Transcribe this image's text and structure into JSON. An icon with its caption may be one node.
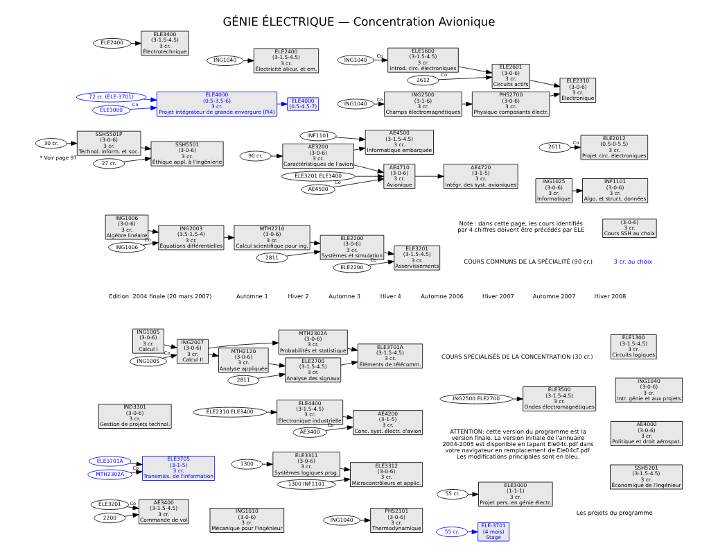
{
  "diagram": {
    "title": "GÉNIE ÉLECTRIQUE — Concentration Avionique",
    "nodes": [
      {
        "text": [
          "ING1005",
          "(3-0-6)",
          "3 cr.",
          "Calcul I"
        ]
      },
      {
        "text": [
          "ING2007",
          "(3-0-6)",
          "3 cr.",
          "Calcul II"
        ]
      },
      {
        "text": [
          "ING1005"
        ]
      },
      {
        "text": [
          "MTH2302A",
          "(3-0-6)",
          "3 cr.",
          "Probabilités et statistique"
        ]
      },
      {
        "text": [
          "ELE3701A",
          "(3-1.5-4.5)",
          "3 cr.",
          "Éléments de télécomm."
        ]
      },
      {
        "text": [
          "MTH2120",
          "(3-0-6)",
          "3 cr.",
          "Analyse appliquée"
        ]
      },
      {
        "text": [
          "2811"
        ]
      },
      {
        "text": [
          "ELE2700",
          "(3-1.5-4.5)",
          "3 cr.",
          "Analyse des signaux"
        ]
      },
      {
        "text": [
          "ELE3701A"
        ]
      },
      {
        "text": [
          "MTH2302A"
        ]
      },
      {
        "text": [
          "ELE3705",
          "(3-1-5)",
          "3 cr.",
          "Transmiss. de l'information"
        ]
      },
      {
        "text": [
          "ELE2400"
        ]
      },
      {
        "text": [
          "ELE3400",
          "(3-1.5-4.5)",
          "3 cr.",
          "Électrotechnique"
        ]
      },
      {
        "text": [
          "ING1006",
          "(3-0-6)",
          "3 cr.",
          "Algèbre linéaire"
        ]
      },
      {
        "text": [
          "ING1006"
        ]
      },
      {
        "text": [
          "ING2003",
          "(3.5-1.5-4)",
          "3 cr.",
          "Équations différentielles"
        ]
      },
      {
        "text": [
          "MTH2210",
          "(3-0-6)",
          "3 cr.",
          "Calcul scientifique pour ing."
        ]
      },
      {
        "text": [
          "2811"
        ]
      },
      {
        "text": [
          "ELE2200",
          "(3-0-6)",
          "3 cr.",
          "Systèmes et simulation"
        ]
      },
      {
        "text": [
          "ING1010",
          "(3-0-6)",
          "3 cr.",
          "Mécanique pour l'ingénieur"
        ]
      },
      {
        "text": [
          "ELE2200"
        ]
      },
      {
        "text": [
          "ELE3201",
          "(3-1.5-4.5)",
          "3 cr.",
          "Asservissements"
        ]
      },
      {
        "text": [
          "ELE3201"
        ]
      },
      {
        "text": [
          "2200"
        ]
      },
      {
        "text": [
          "AE3400",
          "(3-1.5-4.5)",
          "3 cr.",
          "Commande de vol"
        ]
      },
      {
        "text": [
          "1300"
        ]
      },
      {
        "text": [
          "ELE3311",
          "(3-0-6)",
          "3 cr.",
          "Systèmes logiques prog."
        ]
      },
      {
        "text": [
          "1300 INF1101"
        ]
      },
      {
        "text": [
          "ELE3312",
          "(3-0-6)",
          "3 cr.",
          "Microcontrôleurs et applic."
        ]
      },
      {
        "text": [
          "ELE1300",
          "(3-1.5-4.5)",
          "3 cr.",
          "Circuits logiques"
        ]
      },
      {
        "text": [
          "ING1040"
        ]
      },
      {
        "text": [
          "ELE2400",
          "(3-1.5-4.5)",
          "3 cr.",
          "Électricité alicur. et em."
        ]
      },
      {
        "text": [
          "ING1040"
        ]
      },
      {
        "text": [
          "ELE1600",
          "(3-1.5-4.5)",
          "3 cr.",
          "Introd. circ. électroniques"
        ]
      },
      {
        "text": [
          "2612"
        ]
      },
      {
        "text": [
          "ELE2601",
          "(3-0-6)",
          "3 cr.",
          "Circuits actifs"
        ]
      },
      {
        "text": [
          "ELE2310",
          "(3-0-6)",
          "3 cr.",
          "Électronique"
        ]
      },
      {
        "text": [
          "ING1040"
        ]
      },
      {
        "text": [
          "ING2500",
          "(3-1-6)",
          "3 cr.",
          "Champs électromagnétiques"
        ]
      },
      {
        "text": [
          "PHS2700",
          "(3-0-6)",
          "3 cr.",
          "Physique composants électr."
        ]
      },
      {
        "text": [
          "55 cr."
        ]
      },
      {
        "text": [
          "ELE-3701",
          "(4 mois)",
          "Stage"
        ]
      },
      {
        "text": [
          "ING2500 ELE2700"
        ]
      },
      {
        "text": [
          "ELE3500",
          "(3-1.5-4.5)",
          "3 cr.",
          "Ondes électromagnétiques"
        ]
      },
      {
        "text": [
          "ELE2310 ELE3400"
        ]
      },
      {
        "text": [
          "ELE4400",
          "(3-1.5-4.5)",
          "3 cr.",
          "Électronique industrielle"
        ]
      },
      {
        "text": [
          "AE3400"
        ]
      },
      {
        "text": [
          "AE4200",
          "(3-1-5)",
          "3 cr.",
          "Conc. syst. électr. d'avion"
        ]
      },
      {
        "text": [
          "90 cr."
        ]
      },
      {
        "text": [
          "AE3200",
          "(3-0-6)",
          "3 cr.",
          "Caractéristiques de l'avion"
        ]
      },
      {
        "text": [
          "INF1101"
        ]
      },
      {
        "text": [
          "AE4500",
          "(3-1.5-4.5)",
          "3 cr.",
          "Informatique embarquée"
        ]
      },
      {
        "text": [
          "ELE3201 ELE3400"
        ]
      },
      {
        "text": [
          "AE4500"
        ]
      },
      {
        "text": [
          "AE4710",
          "(3-0-6)",
          "3 cr.",
          "Avionique"
        ]
      },
      {
        "text": [
          "AE4720",
          "(3-1-5)",
          "3 cr.",
          "Intégr. des syst. avioniques"
        ]
      },
      {
        "text": [
          "ING1025",
          "(3-0-6)",
          "3 cr.",
          "Informatique"
        ]
      },
      {
        "text": [
          "INF1101",
          "(3-0-6)",
          "3 cr.",
          "Algo. et struct. données"
        ]
      },
      {
        "text": [
          "ING1040"
        ]
      },
      {
        "text": [
          "PHS2101",
          "(3-0-6)",
          "3 cr.",
          "Thermodynamique"
        ]
      },
      {
        "text": [
          "IND3301",
          "(3-0-6)",
          "3 cr.",
          "Gestion de projets technol."
        ]
      },
      {
        "text": [
          "ING1040",
          "(3-0-6)",
          "3 cr.",
          "Intr. génie et aux projets"
        ]
      },
      {
        "text": [
          "2611"
        ]
      },
      {
        "text": [
          "ELE2012",
          "(0.5-0-5.5)",
          "3 cr.",
          "Projet circ. électroniques"
        ]
      },
      {
        "text": [
          "55 cr."
        ]
      },
      {
        "text": [
          "ELE3000",
          "(1-1-1)",
          "3 cr.",
          "Projet pers. en génie électr."
        ]
      },
      {
        "text": [
          "72 cr. (ELE-3701)"
        ]
      },
      {
        "text": [
          "ELE3000"
        ]
      },
      {
        "text": [
          "ELE4000",
          "(0.5-3.5-6)",
          "3 cr.",
          "Projet intégrateur de grande envergure (PI4)"
        ]
      },
      {
        "text": [
          "ELE4000",
          "(0.5-4.5-7)"
        ]
      },
      {
        "text": [
          "30 cr."
        ]
      },
      {
        "text": [
          "SSH5501P",
          "(3-0-6)",
          "3 cr.",
          "Technol. inform. et soc."
        ],
        "beside": [
          "* Voir page 97"
        ]
      },
      {
        "text": [
          "27 cr."
        ]
      },
      {
        "text": [
          "SSH5501",
          "(3-0-6)",
          "3 cr.",
          "Éthique appl. à l'ingénierie"
        ]
      },
      {
        "text": [
          "SSH5201",
          "(3-1.5-4.5)",
          "3 cr.",
          "Économique de l'ingénieur"
        ]
      },
      {
        "text": [
          "AE4000",
          "(3-0-6)",
          "3 cr.",
          "Politique et droit aérospat."
        ]
      },
      {
        "text": [
          "(3-0-6)",
          "3 cr.",
          "Cours SSH au choix"
        ]
      }
    ],
    "edges": [
      {
        "from": 0,
        "to": 1,
        "arrow": "to"
      },
      {
        "from": 2,
        "to": 1,
        "arrow": "to",
        "label": "Co"
      },
      {
        "from": 1,
        "to": 3,
        "arrow": "to"
      },
      {
        "from": 1,
        "to": 5,
        "arrow": "to"
      },
      {
        "from": 3,
        "to": 4,
        "arrow": "to"
      },
      {
        "from": 6,
        "to": 7,
        "arrow": "to"
      },
      {
        "from": 5,
        "to": 7,
        "arrow": "to"
      },
      {
        "from": 7,
        "to": 4,
        "arrow": "to"
      },
      {
        "from": 8,
        "to": 10,
        "arrow": "to"
      },
      {
        "from": 9,
        "to": 10,
        "arrow": "to",
        "label": "Co"
      },
      {
        "from": 11,
        "to": 12,
        "arrow": "to"
      },
      {
        "from": 13,
        "to": 15,
        "arrow": "to"
      },
      {
        "from": 14,
        "to": 15,
        "arrow": "to",
        "label": "Co"
      },
      {
        "from": 15,
        "to": 16,
        "arrow": "to"
      },
      {
        "from": 16,
        "to": 18,
        "arrow": "to"
      },
      {
        "from": 17,
        "to": 18,
        "arrow": "to"
      },
      {
        "from": 18,
        "to": 21,
        "arrow": "to"
      },
      {
        "from": 20,
        "to": 21,
        "arrow": "to",
        "label": "Co"
      },
      {
        "from": 23,
        "to": 24,
        "arrow": "to"
      },
      {
        "from": 22,
        "to": 24,
        "arrow": "to",
        "label": "Co"
      },
      {
        "from": 25,
        "to": 26,
        "arrow": "to"
      },
      {
        "from": 26,
        "to": 28,
        "arrow": "to"
      },
      {
        "from": 27,
        "to": 28,
        "arrow": "to"
      },
      {
        "from": 30,
        "to": 31,
        "arrow": "to"
      },
      {
        "from": 32,
        "to": 33,
        "arrow": "to",
        "label": "Co"
      },
      {
        "from": 33,
        "to": 35,
        "arrow": "to"
      },
      {
        "from": 34,
        "to": 35,
        "arrow": "to",
        "label": "Co"
      },
      {
        "from": 35,
        "to": 36,
        "arrow": "to"
      },
      {
        "from": 37,
        "to": 38,
        "arrow": "to",
        "label": "Co"
      },
      {
        "from": 38,
        "to": 39,
        "arrow": "to"
      },
      {
        "from": 39,
        "to": 36,
        "arrow": "to"
      },
      {
        "from": 40,
        "to": 41,
        "arrow": "to",
        "color": "#0000ff"
      },
      {
        "from": 42,
        "to": 43,
        "arrow": "to"
      },
      {
        "from": 44,
        "to": 45,
        "arrow": "to"
      },
      {
        "from": 45,
        "to": 47,
        "arrow": "to"
      },
      {
        "from": 46,
        "to": 47,
        "arrow": "to",
        "label": "Co"
      },
      {
        "from": 48,
        "to": 49,
        "arrow": "to"
      },
      {
        "from": 49,
        "to": 51,
        "arrow": "to"
      },
      {
        "from": 50,
        "to": 51,
        "arrow": "to"
      },
      {
        "from": 49,
        "to": 54,
        "arrow": "to"
      },
      {
        "from": 52,
        "to": 54,
        "arrow": "to"
      },
      {
        "from": 53,
        "to": 54,
        "arrow": "to",
        "label": "Co"
      },
      {
        "from": 54,
        "to": 55,
        "arrow": "to"
      },
      {
        "from": 56,
        "to": 57,
        "arrow": "to"
      },
      {
        "from": 58,
        "to": 59,
        "arrow": "to"
      },
      {
        "from": 62,
        "to": 63,
        "arrow": "to",
        "label": "Co"
      },
      {
        "from": 64,
        "to": 65,
        "arrow": "to"
      },
      {
        "from": 66,
        "to": 68,
        "arrow": "to",
        "color": "#0000ff"
      },
      {
        "from": 67,
        "to": 68,
        "arrow": "to",
        "label": "Co",
        "color": "#0000ff"
      },
      {
        "from": 68,
        "to": 69,
        "arrow": "to",
        "color": "#0000ff"
      },
      {
        "from": 70,
        "to": 71,
        "arrow": "to"
      },
      {
        "from": 71,
        "to": 73,
        "arrow": "to"
      },
      {
        "from": 72,
        "to": 73,
        "arrow": "to"
      }
    ],
    "labels": [
      "Automne 1",
      "Hiver 2",
      "Automne 3",
      "Hiver 4",
      "Automne 2006",
      "Hiver 2007",
      "Automne 2007",
      "Hiver 2008",
      "COURS COMMUNS DE LA SPÉCIALITÉ (90 cr.)",
      "COURS SPÉCIALISÉS DE LA CONCENTRATION (30 cr.)",
      "Les projets du programme",
      "ATTENTION: cette version du programme est la version finale. La version initiale de l'annuaire 2004-2005 est disponible en tapant Ele04c.pdf dans votre navigateur en remplacement de Ele04cF.pdf. Les modifications principales sont en bleu.",
      "3 cr. au choix",
      "Note : dans cette page, les cours identifiés par 4 chiffres doivent être précédés par ELE",
      "Édition: 2004 finale (20 mars 2007)"
    ]
  }
}
